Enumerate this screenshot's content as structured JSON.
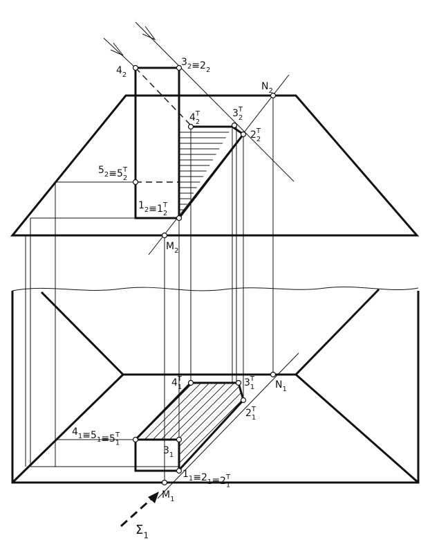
{
  "labels": {
    "p4_2": [
      "4",
      "2",
      ""
    ],
    "p3_2": [
      "3",
      "2",
      "",
      "≡2",
      "2",
      ""
    ],
    "pN_2": [
      "N",
      "2",
      ""
    ],
    "p4T_2": [
      "4",
      "2",
      "T"
    ],
    "p3T_2": [
      "3",
      "2",
      "T"
    ],
    "p2T_2": [
      "2",
      "2",
      "T"
    ],
    "p5_2": [
      "5",
      "2",
      "",
      "≡5",
      "2",
      "T"
    ],
    "p1_2": [
      "1",
      "2",
      "",
      "≡1",
      "2",
      "T"
    ],
    "pM_2": [
      "M",
      "2",
      ""
    ],
    "p4T_1": [
      "4",
      "1",
      "T"
    ],
    "p3T_1": [
      "3",
      "1",
      "T"
    ],
    "pN_1": [
      "N",
      "1",
      ""
    ],
    "p2T_1": [
      "2",
      "1",
      "T"
    ],
    "p4_1": [
      "4",
      "1",
      "",
      "≡5",
      "1",
      "",
      "≡5",
      "1",
      "T"
    ],
    "p3_1": [
      "3",
      "1",
      ""
    ],
    "p1_1": [
      "1",
      "1",
      "",
      "≡2",
      "1",
      "",
      "≡2",
      "1",
      "T"
    ],
    "pM_1": [
      "M",
      "1",
      ""
    ],
    "sigma": [
      "Σ",
      "1",
      ""
    ]
  }
}
